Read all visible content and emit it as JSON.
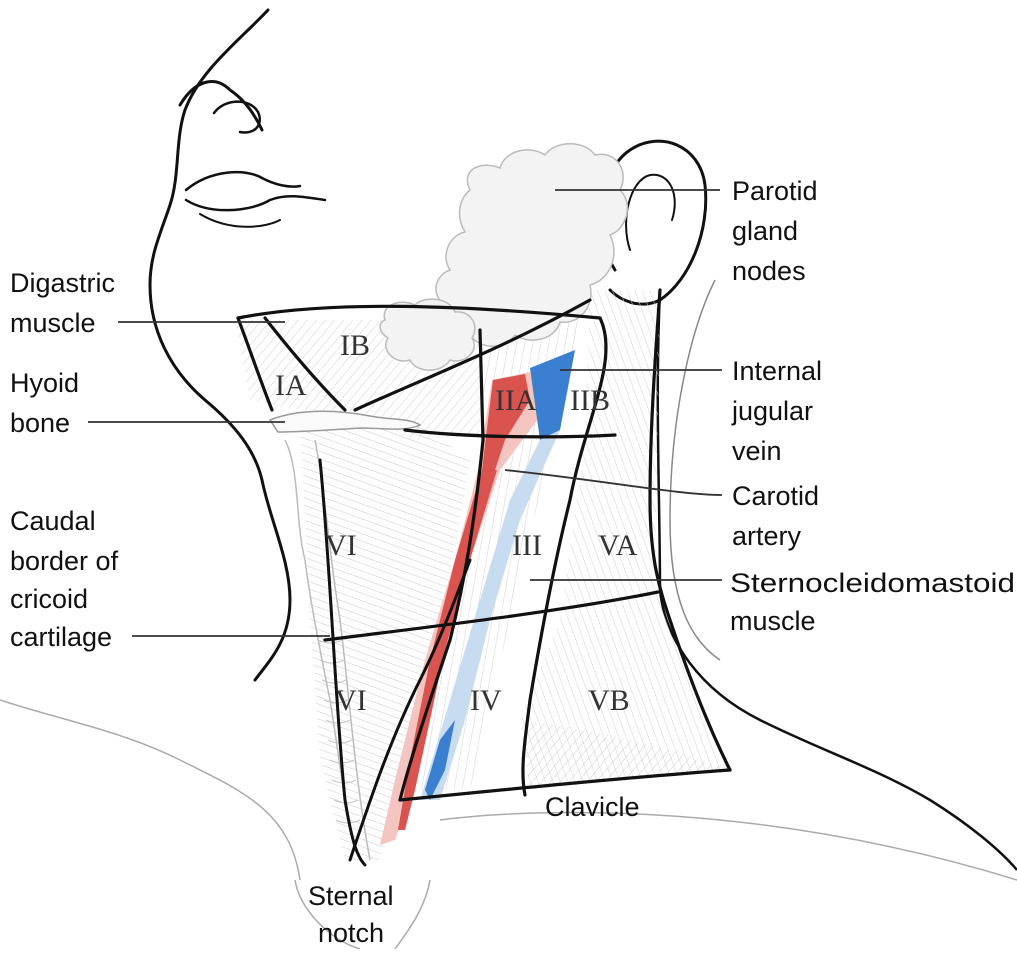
{
  "colors": {
    "outline": "#111111",
    "muscle_fiber": "#bdbdbd",
    "artery": "#d9534f",
    "artery_light": "#f4c4c0",
    "vein": "#3a7fd0",
    "vein_light": "#c2d8ef",
    "gland": "#f1f1f1"
  },
  "labels": {
    "parotid": [
      "Parotid",
      "gland",
      "nodes"
    ],
    "digastric": [
      "Digastric",
      "muscle"
    ],
    "hyoid": [
      "Hyoid",
      "bone"
    ],
    "ijv": [
      "Internal",
      "jugular",
      "vein"
    ],
    "carotid": [
      "Carotid",
      "artery"
    ],
    "cricoid": [
      "Caudal",
      "border of",
      "cricoid",
      "cartilage"
    ],
    "scm": [
      "Sternocleidomastoid",
      "muscle"
    ],
    "clavicle": "Clavicle",
    "sternal": [
      "Sternal",
      "notch"
    ]
  },
  "levels": {
    "IA": "IA",
    "IB": "IB",
    "IIA": "IIA",
    "IIB": "IIB",
    "III": "III",
    "VA": "VA",
    "VI_upper": "VI",
    "VI_lower": "VI",
    "IV": "IV",
    "VB": "VB"
  },
  "icons": {
    "figure": "neck-lymph-node-levels-illustration"
  }
}
